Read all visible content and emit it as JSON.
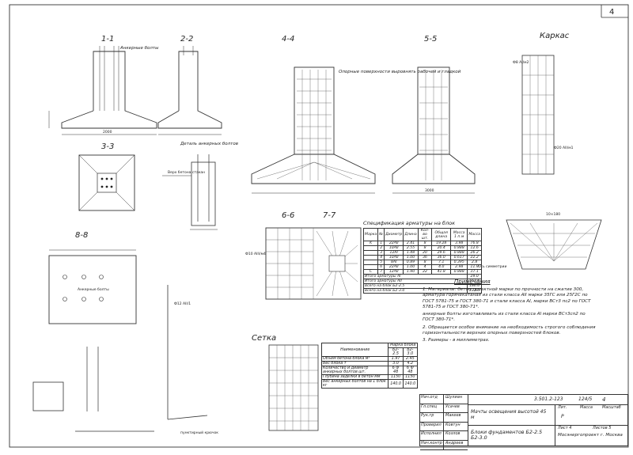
{
  "page_number": "4",
  "sections": {
    "s1": "1-1",
    "s2": "2-2",
    "s3": "3-3",
    "s4": "4-4",
    "s5": "5-5",
    "s6": "6-6",
    "s7": "7-7",
    "s8": "8-8",
    "karkas": "Каркас",
    "setka": "Сетка",
    "detail": "Деталь анкерных болтов"
  },
  "annotations": {
    "anchor_bolts": "Анкерные болты",
    "bearing_surface": "Опорные поверхности выровнять рабочей и гладкой",
    "top_of_block": "Верх бетона стакан",
    "axis_symmetry": "Ось симметрии",
    "anchor_bolts_8": "Анкерные болты",
    "hook": "пунктирный крючок",
    "grid_lines": "10×180",
    "overall_2000": "2000",
    "overall_3000": "3000",
    "rebar_a1": "Ф12 АII/1",
    "rebar_a2": "Ф8 АI/м2",
    "rebar_a3": "Ф20 АII/м1",
    "rebar_a4": "Ф10 АIII/м4"
  },
  "spec_table": {
    "title": "Спецификация арматуры на блок",
    "headers": [
      "Марка",
      "№",
      "Диаметр",
      "Длина",
      "Кол-во шт.",
      "Общая длина",
      "Масса 1 п.м",
      "Масса"
    ],
    "rows": [
      [
        "K",
        "1",
        "22АII",
        "2.41",
        "8",
        "19.28",
        "3.98",
        "76.8"
      ],
      [
        "",
        "2",
        "10АII",
        "2.55",
        "8",
        "20.4",
        "0.888",
        "12.6"
      ],
      [
        "",
        "3",
        "12АI",
        "1.48",
        "20",
        "29.6",
        "0.888",
        "26.2"
      ],
      [
        "",
        "4",
        "10АII",
        "1.00",
        "36",
        "36.0",
        "0.617",
        "22.2"
      ],
      [
        "",
        "5",
        "8АI",
        "0.89",
        "8",
        "7.1",
        "0.395",
        "2.8"
      ],
      [
        "",
        "6",
        "22АII",
        "1.00",
        "4",
        "4.0",
        "2.98",
        "11.9"
      ],
      [
        "C",
        "7",
        "12АII",
        "1.90",
        "22",
        "41.8",
        "0.888",
        "37.1"
      ]
    ],
    "footer": [
      [
        "Итого арматуры АI",
        "29.0"
      ],
      [
        "Итого арматуры АII",
        "157.6"
      ],
      [
        "Всего на блок Б2-2.5",
        "186.6"
      ],
      [
        "Всего на блок Б2-3.0",
        "232.0"
      ]
    ]
  },
  "block_table": {
    "headers": [
      "Наименование",
      "Марка блока"
    ],
    "sub": [
      "Б2-2.5",
      "Б2-3.0"
    ],
    "rows": [
      [
        "Объем бетона блока м³",
        "1.97",
        "2.45"
      ],
      [
        "Вес блока т",
        "3.0",
        "4.2"
      ],
      [
        "Количество и диаметр анкерных болтов шт.",
        "6 Ф 48",
        "6 Ф 48"
      ],
      [
        "Глубина заделки в бетон мм",
        "1150",
        "1150"
      ],
      [
        "Вес анкерных болтов на 1 блок кг",
        "140.0",
        "140.0"
      ]
    ]
  },
  "notes": {
    "title": "Примечания",
    "items": [
      "1. Материалы: бетон проектной марки по прочности на сжатие 300, арматура горячекатаная из стали класса АII марки 35ГС или 25Г2С по ГОСТ 5781-75 и ГОСТ 380-71 и стали класса АI, марки ВСт3 пс2 по ГОСТ 5781-75 и ГОСТ 380-71*.",
      "анкерные болты изготавливать из стали класса АI марки ВСт3сп2 по ГОСТ 380-71*.",
      "2. Обращается особое внимание на необходимость строгого соблюдения горизонтальности верхних опорных поверхностей блоков.",
      "3. Размеры - в миллиметрах."
    ]
  },
  "title_block": {
    "code": "3.501.2-123",
    "sheet_ref": "124/5",
    "sheet_num": "4",
    "description": "Мачты освещения высотой 45 м",
    "title": "Блоки фундаментов Б2-2.5 Б2-3.0",
    "stage_label": "Лит.",
    "stage": "Р",
    "mass_label": "Масса",
    "scale_label": "Масштаб",
    "sheet_label": "Лист 4",
    "sheets_label": "Листов 5",
    "org": "Мосэнергопроект г. Москва",
    "roles": [
      "Нач.отд",
      "Гл.спец",
      "Рук.гр",
      "Проверил",
      "Исполнил",
      "Нач.контр"
    ],
    "names": [
      "Шулиан",
      "Усачев",
      "Макеев",
      "Ковтун",
      "Козлов",
      "Андреев"
    ]
  }
}
